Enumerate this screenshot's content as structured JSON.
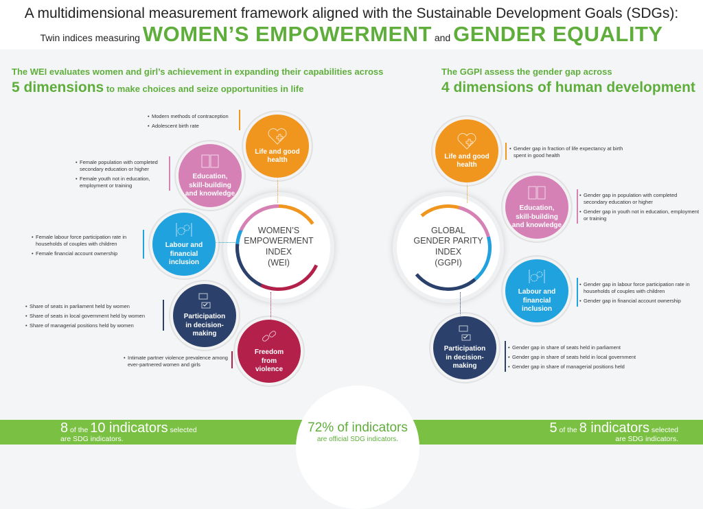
{
  "title": {
    "line1": "A multidimensional measurement framework aligned with the Sustainable Development Goals (SDGs):",
    "prefix": "Twin indices measuring",
    "wei": "WOMEN’S EMPOWERMENT",
    "and": "and",
    "ggpi": "GENDER EQUALITY"
  },
  "left_intro": {
    "line1": "The WEI evaluates women and girl’s achievement in expanding their capabilities across",
    "bold": "5 dimensions",
    "rest": " to make choices and seize opportunities in life"
  },
  "right_intro": {
    "line1": "The GGPI assess the gender gap across",
    "bold": "4 dimensions of human development"
  },
  "wei": {
    "center": [
      "WOMEN’S",
      "EMPOWERMENT",
      "INDEX",
      "(WEI)"
    ],
    "dims": [
      {
        "label": "Life and good health",
        "icon": "heart-plus-icon",
        "indicators": [
          "Modern methods of contraception",
          "Adolescent birth rate"
        ]
      },
      {
        "label": "Education, skill-building and knowledge",
        "icon": "book-icon",
        "indicators": [
          "Female population with completed secondary education or higher",
          "Female youth not in education, employment or training"
        ]
      },
      {
        "label": "Labour and financial inclusion",
        "icon": "gears-icon",
        "indicators": [
          "Female labour force participation rate in households of couples with children",
          "Female financial account ownership"
        ]
      },
      {
        "label": "Participation in decision-making",
        "icon": "decision-icon",
        "indicators": [
          "Share of seats in parliament held by women",
          "Share of seats in local government held by women",
          "Share of managerial positions held by women"
        ]
      },
      {
        "label": "Freedom from violence",
        "icon": "broken-chain-icon",
        "indicators": [
          "Intimate partner violence prevalence among ever-partnered women and girls"
        ]
      }
    ]
  },
  "ggpi": {
    "center": [
      "GLOBAL",
      "GENDER PARITY",
      "INDEX",
      "(GGPI)"
    ],
    "dims": [
      {
        "label": "Life and good health",
        "icon": "heart-plus-icon",
        "indicators": [
          "Gender gap in fraction of life expectancy at birth spent in good health"
        ]
      },
      {
        "label": "Education, skill-building and knowledge",
        "icon": "book-icon",
        "indicators": [
          "Gender gap in population with completed secondary education or higher",
          "Gender gap in youth not in education, employment or training"
        ]
      },
      {
        "label": "Labour and financial inclusion",
        "icon": "gears-icon",
        "indicators": [
          "Gender gap in labour force participation rate in households of couples with children",
          "Gender gap in financial account ownership"
        ]
      },
      {
        "label": "Participation in decision-making",
        "icon": "decision-icon",
        "indicators": [
          "Gender gap in share of seats held in parliament",
          "Gender gap in share of seats held in local government",
          "Gender gap in share of managerial positions held"
        ]
      }
    ]
  },
  "footer": {
    "left": {
      "n1": "8",
      "of": " of the ",
      "n2": "10 indicators",
      "sel": " selected",
      "line2": "are SDG indicators."
    },
    "center": {
      "big": "72% of indicators",
      "line2": "are official SDG indicators."
    },
    "right": {
      "n1": "5",
      "of": " of the ",
      "n2": "8 indicators",
      "sel": " selected",
      "line2": "are SDG indicators."
    }
  },
  "colors": {
    "green": "#5fae3c",
    "orange": "#f0961e",
    "pink": "#d681b6",
    "blue": "#1fa2dd",
    "navy": "#2b416b",
    "crimson": "#b3214b"
  }
}
